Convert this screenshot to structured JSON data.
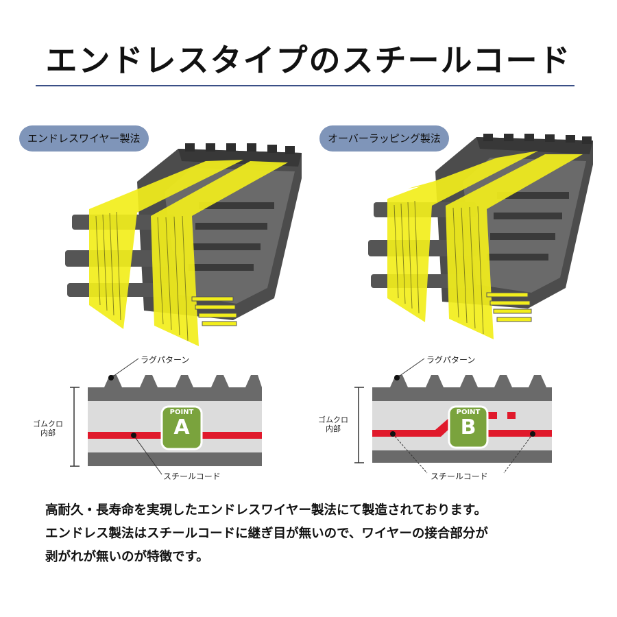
{
  "title": "エンドレスタイプのスチールコード",
  "methods": {
    "left": {
      "label": "エンドレスワイヤー製法"
    },
    "right": {
      "label": "オーバーラッピング製法"
    }
  },
  "diagrams": {
    "lug_label": "ラグパターン",
    "cord_label": "スチールコード",
    "side_label_line1": "ゴムクロ",
    "side_label_line2": "内部",
    "left_point": {
      "word": "POINT",
      "letter": "A"
    },
    "right_point": {
      "word": "POINT",
      "letter": "B"
    }
  },
  "colors": {
    "accent": "#3a4f86",
    "pill": "#7f95b9",
    "cord_red": "#e0192b",
    "cord_yellow": "#f2ee1c",
    "badge_green": "#7aa33d"
  },
  "description": [
    "高耐久・長寿命を実現したエンドレスワイヤー製法にて製造されております。",
    "エンドレス製法はスチールコードに継ぎ目が無いので、ワイヤーの接合部分が",
    "剥がれが無いのが特徴です。"
  ]
}
